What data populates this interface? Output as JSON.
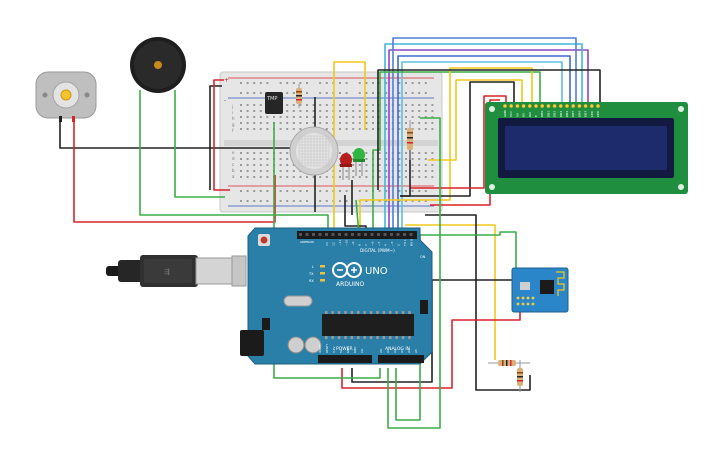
{
  "breadboard": {
    "row_letters": [
      "j",
      "i",
      "h",
      "g",
      "f",
      "e",
      "d",
      "c",
      "b",
      "a"
    ],
    "rail_plus": "+",
    "rail_minus": "-"
  },
  "sensor_chip_label": "TMP",
  "arduino": {
    "brand_text": "ARDUINO",
    "model_text": "UNO",
    "digital_header": "DIGITAL (PWM~)",
    "power_header": "POWER",
    "analog_header": "ANALOG IN",
    "aref": "AREF",
    "gnd": "GND",
    "digital_pins": [
      "13",
      "12",
      "~11",
      "~10",
      "~9",
      "8",
      "7",
      "~6",
      "~5",
      "4",
      "~3",
      "2",
      "TX 1",
      "RX 0"
    ],
    "power_pins": [
      "IOREF",
      "RESET",
      "3.3V",
      "5V",
      "GND",
      "GND",
      "Vin"
    ],
    "analog_pins": [
      "A0",
      "A1",
      "A2",
      "A3",
      "A4",
      "A5"
    ],
    "leds": [
      "L",
      "TX",
      "RX"
    ],
    "on_label": "ON"
  },
  "lcd": {
    "pins": [
      "GND",
      "VCC",
      "V0",
      "RS",
      "RW",
      "E",
      "DB0",
      "DB1",
      "DB2",
      "DB3",
      "DB4",
      "DB5",
      "DB6",
      "DB7",
      "LED",
      "LED"
    ]
  },
  "colors": {
    "breadboard": "#e8e8e8",
    "arduino_board": "#2a7fa8",
    "lcd_board": "#1f8f3f",
    "lcd_screen": "#1d2a6b",
    "wire_red": "#d9242a",
    "wire_black": "#222222",
    "wire_green": "#3cae46",
    "wire_yellow": "#f2c81b",
    "wire_blue": "#4f7fd8",
    "wire_purple": "#8f45c7",
    "wire_cyan": "#40b7d8",
    "esp_board": "#2b86c9"
  }
}
